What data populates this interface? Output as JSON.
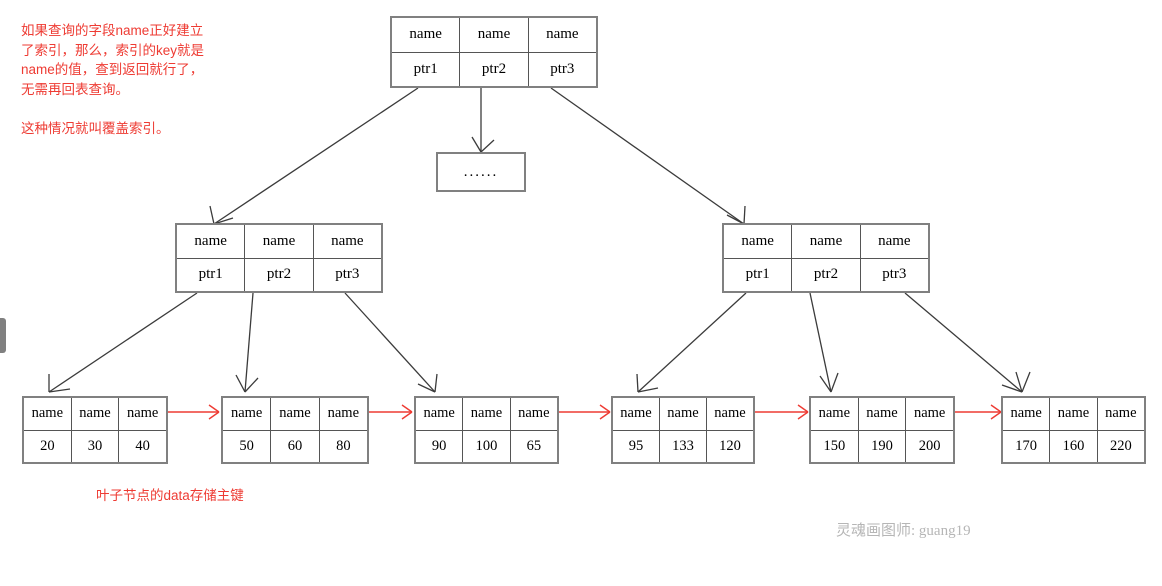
{
  "annotations": {
    "main_note": "如果查询的字段name正好建立\n了索引，那么，索引的key就是\nname的值，查到返回就行了，\n无需再回表查询。\n\n这种情况就叫覆盖索引。",
    "leaf_note": "叶子节点的data存储主键",
    "watermark": "灵魂画图师: guang19",
    "accent_color": "#ee3b33",
    "node_border_color": "#808080",
    "watermark_color": "#b6b6b6"
  },
  "tree": {
    "root": {
      "keys": [
        "name",
        "name",
        "name"
      ],
      "pointers": [
        "ptr1",
        "ptr2",
        "ptr3"
      ]
    },
    "middle_placeholder": "......",
    "internal": [
      {
        "keys": [
          "name",
          "name",
          "name"
        ],
        "pointers": [
          "ptr1",
          "ptr2",
          "ptr3"
        ]
      },
      {
        "keys": [
          "name",
          "name",
          "name"
        ],
        "pointers": [
          "ptr1",
          "ptr2",
          "ptr3"
        ]
      }
    ],
    "leaves": [
      {
        "keys": [
          "name",
          "name",
          "name"
        ],
        "values": [
          "20",
          "30",
          "40"
        ]
      },
      {
        "keys": [
          "name",
          "name",
          "name"
        ],
        "values": [
          "50",
          "60",
          "80"
        ]
      },
      {
        "keys": [
          "name",
          "name",
          "name"
        ],
        "values": [
          "90",
          "100",
          "65"
        ]
      },
      {
        "keys": [
          "name",
          "name",
          "name"
        ],
        "values": [
          "95",
          "133",
          "120"
        ]
      },
      {
        "keys": [
          "name",
          "name",
          "name"
        ],
        "values": [
          "150",
          "190",
          "200"
        ]
      },
      {
        "keys": [
          "name",
          "name",
          "name"
        ],
        "values": [
          "170",
          "160",
          "220"
        ]
      }
    ]
  }
}
